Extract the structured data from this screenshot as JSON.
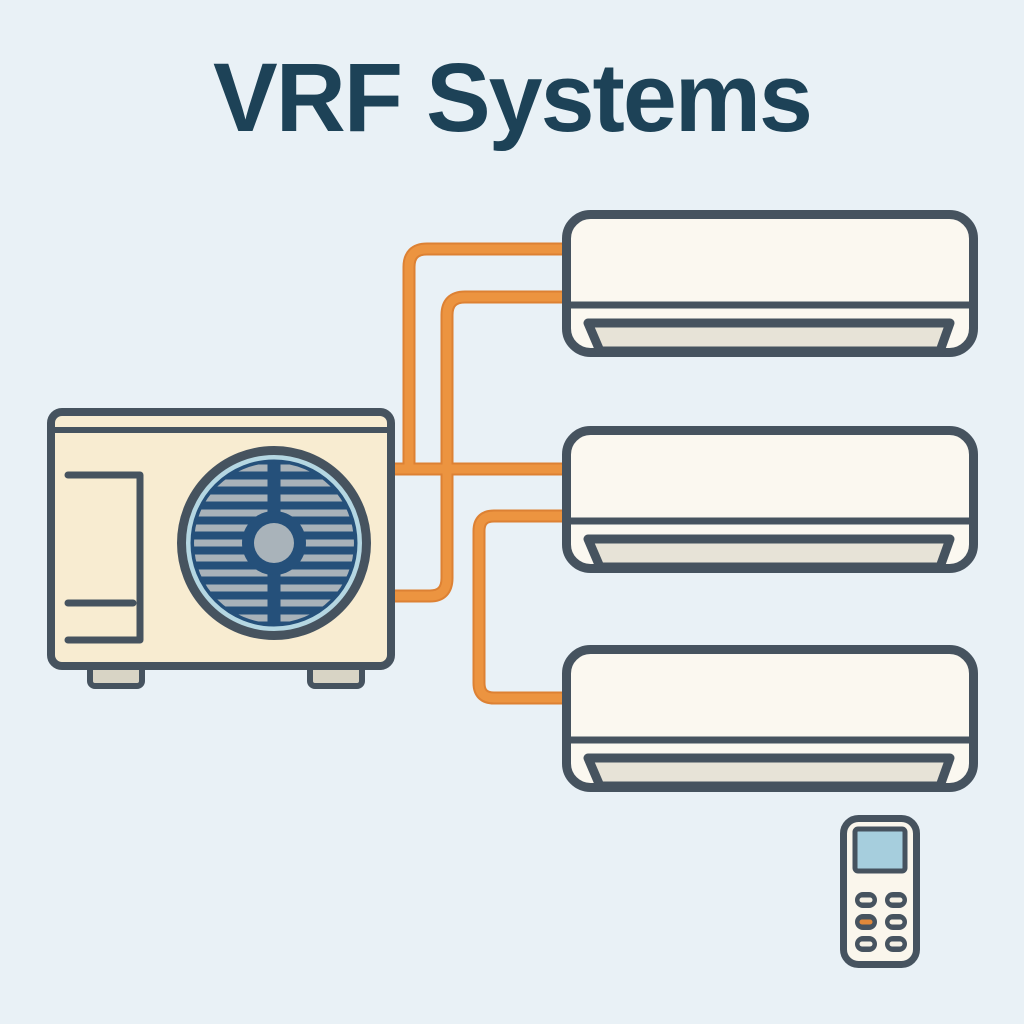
{
  "title": "VRF Systems",
  "colors": {
    "background": "#e9f1f6",
    "title": "#1d4257",
    "outline": "#46535f",
    "outdoor_body": "#f8ecd1",
    "indoor_body": "#fbf8f0",
    "vent_flap": "#e7e3d7",
    "pipe": "#ec9440",
    "pipe_edge": "#dd8133",
    "fan_blades": "#25507a",
    "fan_grille": "#a8b2b9",
    "fan_ring": "#b5d7e2",
    "fan_hub": "#a9b3ba",
    "feet": "#d8d4c5",
    "remote_body": "#faf6ec",
    "remote_screen": "#a6cedd",
    "button_inner": "#f6f1e4",
    "button_accent": "#e0883a"
  },
  "diagram": {
    "outdoor_unit": "outdoor-condenser-unit",
    "indoor_units": [
      "indoor-wall-unit-1",
      "indoor-wall-unit-2",
      "indoor-wall-unit-3"
    ],
    "pipes": [
      "pipe-outdoor-to-unit-2",
      "pipe-branch-to-unit-1-upper",
      "pipe-outdoor-to-unit-1-lower",
      "pipe-unit-2-to-unit-3"
    ],
    "remote": "remote-control"
  }
}
